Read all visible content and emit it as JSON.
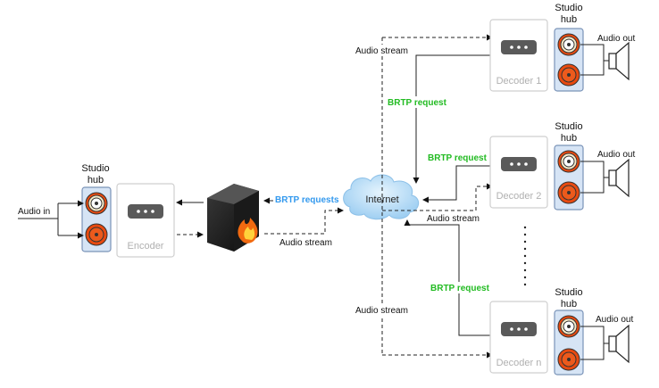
{
  "labels": {
    "audio_in": "Audio in",
    "encoder": "Encoder",
    "decoder_1": "Decoder 1",
    "decoder_2": "Decoder 2",
    "decoder_n": "Decoder n",
    "studio": "Studio",
    "hub": "hub",
    "audio_out": "Audio out",
    "audio_stream": "Audio stream",
    "brtp_request": "BRTP request",
    "brtp_requests": "BRTP requests",
    "internet": "Internet"
  },
  "colors": {
    "green_label": "#22bb22",
    "blue_label": "#3399ee",
    "hub_fill": "#d6e4f5",
    "hub_stroke": "#7a93b8",
    "connector_red": "#e94a10",
    "connector_gold": "#d9c27a",
    "cloud_fill": "#bfe0f7"
  },
  "icons": [
    "firewall-icon",
    "cloud-icon",
    "speaker-icon",
    "xlr-connector-icon",
    "device-led-icon"
  ]
}
